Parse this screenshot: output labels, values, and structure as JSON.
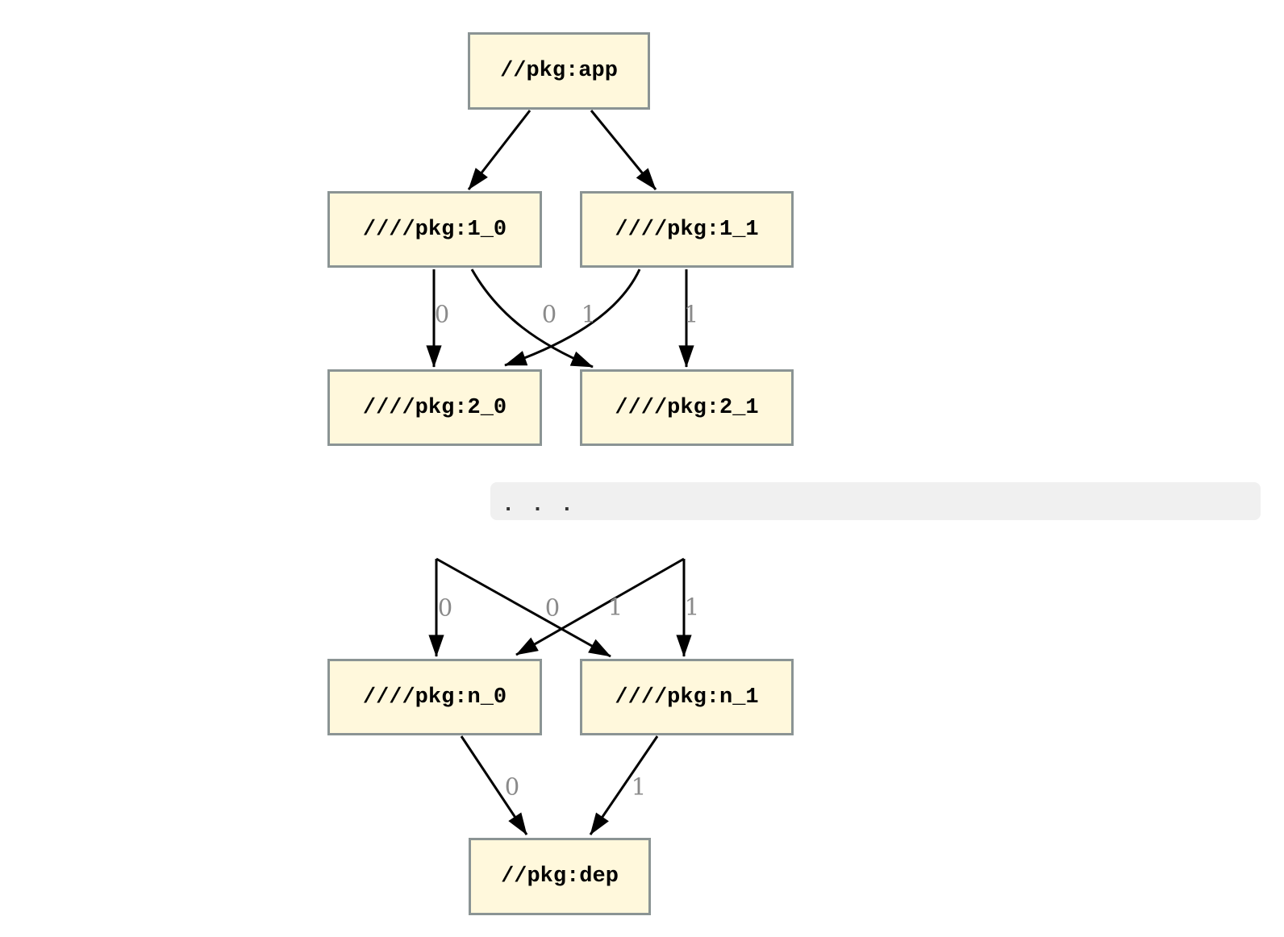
{
  "figure": {
    "type": "dependency-graph",
    "nodes": {
      "app": "//pkg:app",
      "l1_0": "////pkg:1_0",
      "l1_1": "////pkg:1_1",
      "l2_0": "////pkg:2_0",
      "l2_1": "////pkg:2_1",
      "ln_0": "////pkg:n_0",
      "ln_1": "////pkg:n_1",
      "dep": "//pkg:dep"
    },
    "ellipsis_text": ". . .",
    "edge_labels": {
      "e_1_0_to_2_0": "0",
      "e_1_1_to_2_0": "0",
      "e_1_0_to_2_1": "1",
      "e_1_1_to_2_1": "1",
      "e_hidden_to_n_0": "0",
      "e_hidden_to_n_0_cross": "0",
      "e_hidden_to_n_1_cross": "1",
      "e_hidden_to_n_1": "1",
      "e_n_0_to_dep": "0",
      "e_n_1_to_dep": "1"
    },
    "edges": [
      {
        "from": "//pkg:app",
        "to": "////pkg:1_0",
        "label": null
      },
      {
        "from": "//pkg:app",
        "to": "////pkg:1_1",
        "label": null
      },
      {
        "from": "////pkg:1_0",
        "to": "////pkg:2_0",
        "label": "0"
      },
      {
        "from": "////pkg:1_0",
        "to": "////pkg:2_1",
        "label": "1"
      },
      {
        "from": "////pkg:1_1",
        "to": "////pkg:2_0",
        "label": "0"
      },
      {
        "from": "////pkg:1_1",
        "to": "////pkg:2_1",
        "label": "1"
      },
      {
        "from": ". . .",
        "to": "////pkg:n_0",
        "label": "0"
      },
      {
        "from": ". . .",
        "to": "////pkg:n_1",
        "label": "1"
      },
      {
        "from": ". . .",
        "to": "////pkg:n_0",
        "label": "0"
      },
      {
        "from": ". . .",
        "to": "////pkg:n_1",
        "label": "1"
      },
      {
        "from": "////pkg:n_0",
        "to": "//pkg:dep",
        "label": "0"
      },
      {
        "from": "////pkg:n_1",
        "to": "//pkg:dep",
        "label": "1"
      }
    ],
    "colors": {
      "background": "#FFFFFF",
      "node_fill": "#FFF8DC",
      "node_border": "#8B9494",
      "node_text": "#000000",
      "edge": "#000000",
      "edge_label": "#8A8A8A",
      "ellipsis_band": "#F0F0F0",
      "ellipsis_text": "#333333"
    }
  }
}
